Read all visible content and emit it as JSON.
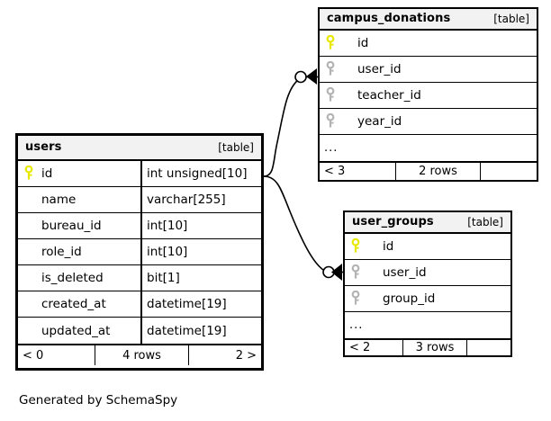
{
  "diagram": {
    "caption": "Generated by SchemaSpy",
    "kind_label": "[table]",
    "ellipsis": "...",
    "colors": {
      "primary_key_icon": "#e8e800",
      "foreign_key_icon": "#b3b3b3",
      "header_background": "#f2f2f2",
      "border": "#000000",
      "background": "#ffffff"
    }
  },
  "tables": {
    "users": {
      "name": "users",
      "kind": "[table]",
      "columns": [
        {
          "key": "primary",
          "name": "id",
          "type": "int unsigned[10]"
        },
        {
          "key": "none",
          "name": "name",
          "type": "varchar[255]"
        },
        {
          "key": "none",
          "name": "bureau_id",
          "type": "int[10]"
        },
        {
          "key": "none",
          "name": "role_id",
          "type": "int[10]"
        },
        {
          "key": "none",
          "name": "is_deleted",
          "type": "bit[1]"
        },
        {
          "key": "none",
          "name": "created_at",
          "type": "datetime[19]"
        },
        {
          "key": "none",
          "name": "updated_at",
          "type": "datetime[19]"
        }
      ],
      "footer": {
        "prev": "< 0",
        "rows": "4 rows",
        "next": "2 >"
      }
    },
    "campus_donations": {
      "name": "campus_donations",
      "kind": "[table]",
      "columns": [
        {
          "key": "primary",
          "name": "id"
        },
        {
          "key": "foreign",
          "name": "user_id"
        },
        {
          "key": "foreign",
          "name": "teacher_id"
        },
        {
          "key": "foreign",
          "name": "year_id"
        }
      ],
      "more": "...",
      "footer": {
        "prev": "< 3",
        "rows": "2 rows",
        "next": ""
      }
    },
    "user_groups": {
      "name": "user_groups",
      "kind": "[table]",
      "columns": [
        {
          "key": "primary",
          "name": "id"
        },
        {
          "key": "foreign",
          "name": "user_id"
        },
        {
          "key": "foreign",
          "name": "group_id"
        }
      ],
      "more": "...",
      "footer": {
        "prev": "< 2",
        "rows": "3 rows",
        "next": ""
      }
    }
  },
  "relationships": [
    {
      "from_table": "users",
      "from_column": "id",
      "to_table": "campus_donations",
      "to_column": "user_id",
      "cardinality": "zero-or-many"
    },
    {
      "from_table": "users",
      "from_column": "id",
      "to_table": "user_groups",
      "to_column": "user_id",
      "cardinality": "zero-or-many"
    }
  ]
}
